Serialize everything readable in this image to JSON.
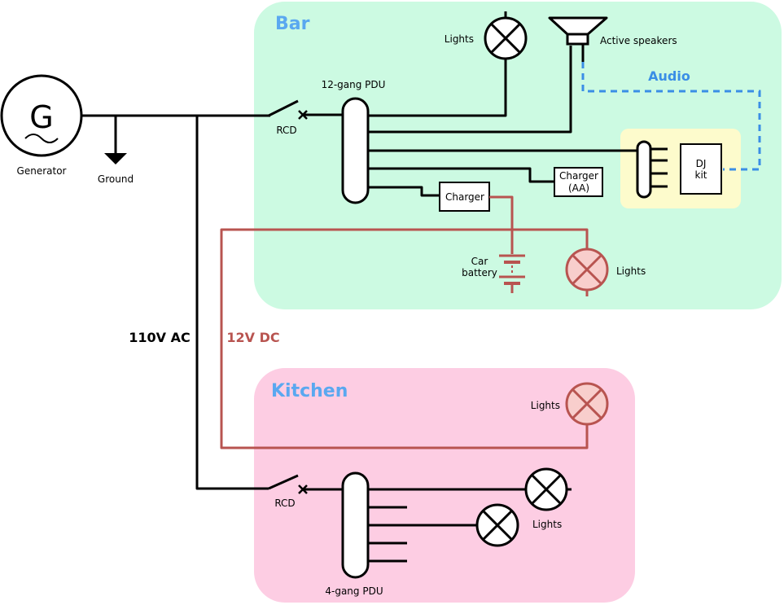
{
  "zones": {
    "bar": "Bar",
    "kitchen": "Kitchen"
  },
  "generator": {
    "symbol": "G",
    "label": "Generator"
  },
  "ground": "Ground",
  "bus_ac": "110V AC",
  "bus_dc": "12V DC",
  "audio": "Audio",
  "bar": {
    "rcd": "RCD",
    "pdu": "12-gang PDU",
    "lights_top": "Lights",
    "speakers": "Active speakers",
    "charger_aa_1": "Charger",
    "charger_aa_2": "(AA)",
    "charger": "Charger",
    "dj_1": "DJ",
    "dj_2": "kit",
    "battery_1": "Car",
    "battery_2": "battery",
    "lights_12v": "Lights"
  },
  "kitchen": {
    "rcd": "RCD",
    "pdu": "4-gang PDU",
    "lights_12v": "Lights",
    "lights": "Lights"
  },
  "colors": {
    "bar_zone": "#ccfae2",
    "kitchen_zone": "#fdcde3",
    "dj_zone": "#fdfbcc",
    "ac_wire": "#000000",
    "dc_wire": "#b85450",
    "audio_wire": "#3a8ee6",
    "zone_title": "#5aa8f0"
  }
}
